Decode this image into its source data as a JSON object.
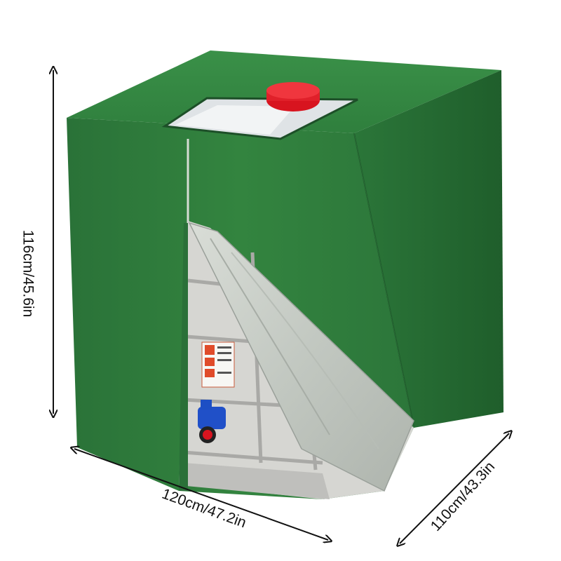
{
  "product": {
    "cover_color": "#2e7a3e",
    "lining_color": "#c9cec8",
    "cap_color": "#e0202a",
    "valve_color": "#1d4fc4",
    "frame_color": "#bdbdbd"
  },
  "dimensions": {
    "height_label": "116cm/45.6in",
    "width_label": "120cm/47.2in",
    "depth_label": "110cm/43.3in"
  },
  "icons": {
    "arrow": "double-headed-arrow-icon"
  }
}
